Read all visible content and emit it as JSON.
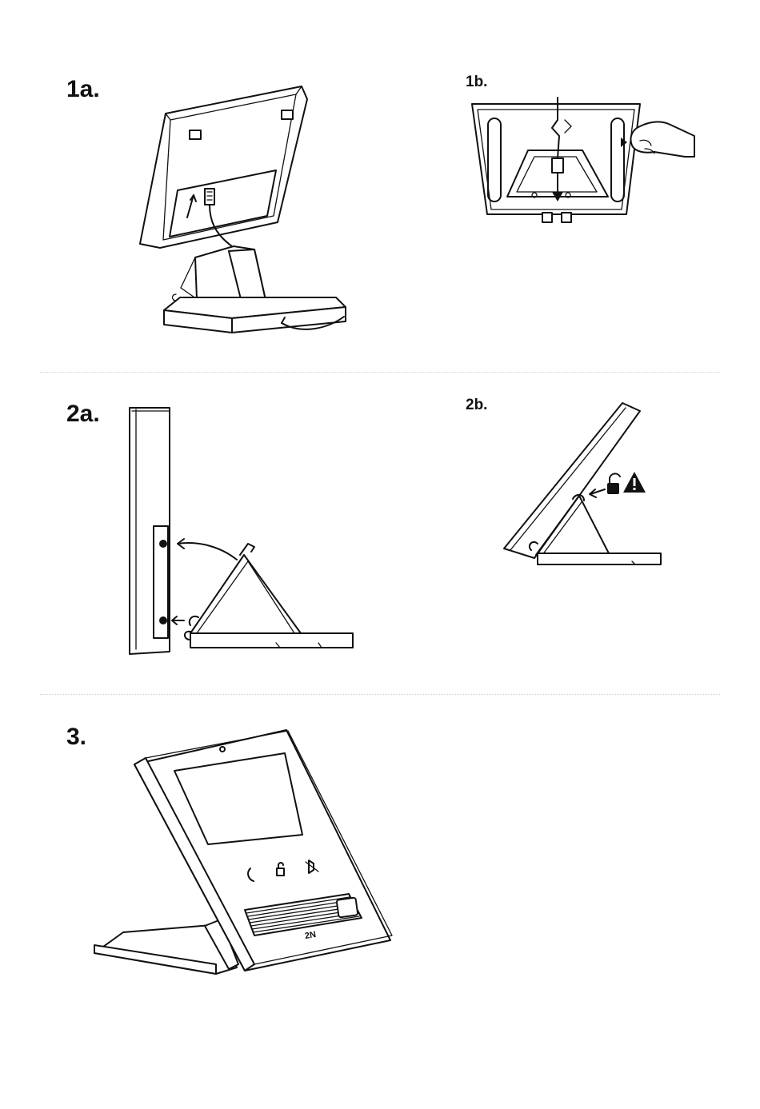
{
  "steps": {
    "s1a": {
      "label": "1a."
    },
    "s1b": {
      "label": "1b."
    },
    "s2a": {
      "label": "2a."
    },
    "s2b": {
      "label": "2b."
    },
    "s3": {
      "label": "3."
    }
  },
  "icons": {
    "step1b_hand": "hand-pressing-latch-icon",
    "step2b_unlock": "unlock-padlock-icon",
    "step2b_warning": "warning-triangle-icon",
    "step3_call": "handset-call-icon",
    "step3_lock": "padlock-icon",
    "step3_mute": "mute-speaker-icon"
  },
  "device": {
    "logo_text": "2N"
  },
  "colors": {
    "ink": "#111111",
    "background": "#ffffff",
    "divider": "#cfcfcf"
  }
}
